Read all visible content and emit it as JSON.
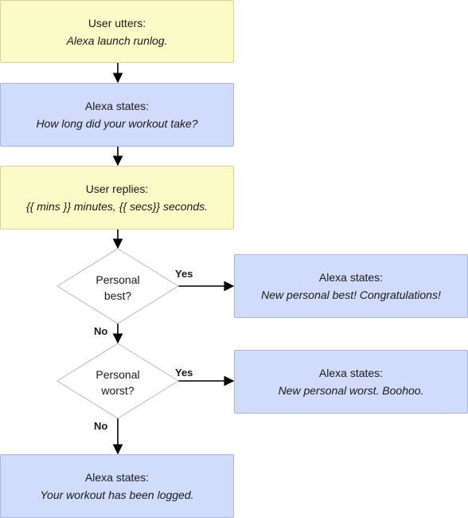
{
  "boxes": {
    "launch": {
      "title": "User utters:",
      "text": "Alexa launch runlog."
    },
    "ask_time": {
      "title": "Alexa states:",
      "text": "How long did your workout take?"
    },
    "reply": {
      "title": "User replies:",
      "text": "{{ mins }} minutes, {{ secs}} seconds."
    },
    "best_msg": {
      "title": "Alexa states:",
      "text": "New personal best! Congratulations!"
    },
    "worst_msg": {
      "title": "Alexa states:",
      "text": "New personal worst. Boohoo."
    },
    "logged": {
      "title": "Alexa states:",
      "text": "Your workout has been logged."
    }
  },
  "decisions": {
    "best": {
      "line1": "Personal",
      "line2": "best?"
    },
    "worst": {
      "line1": "Personal",
      "line2": "worst?"
    }
  },
  "edges": {
    "best_yes": "Yes",
    "best_no": "No",
    "worst_yes": "Yes",
    "worst_no": "No"
  },
  "colors": {
    "user_fill": "#fbfbc7",
    "alexa_fill": "#d1dbfb",
    "decision_stroke": "#b8b8b8",
    "wire": "#000000"
  }
}
